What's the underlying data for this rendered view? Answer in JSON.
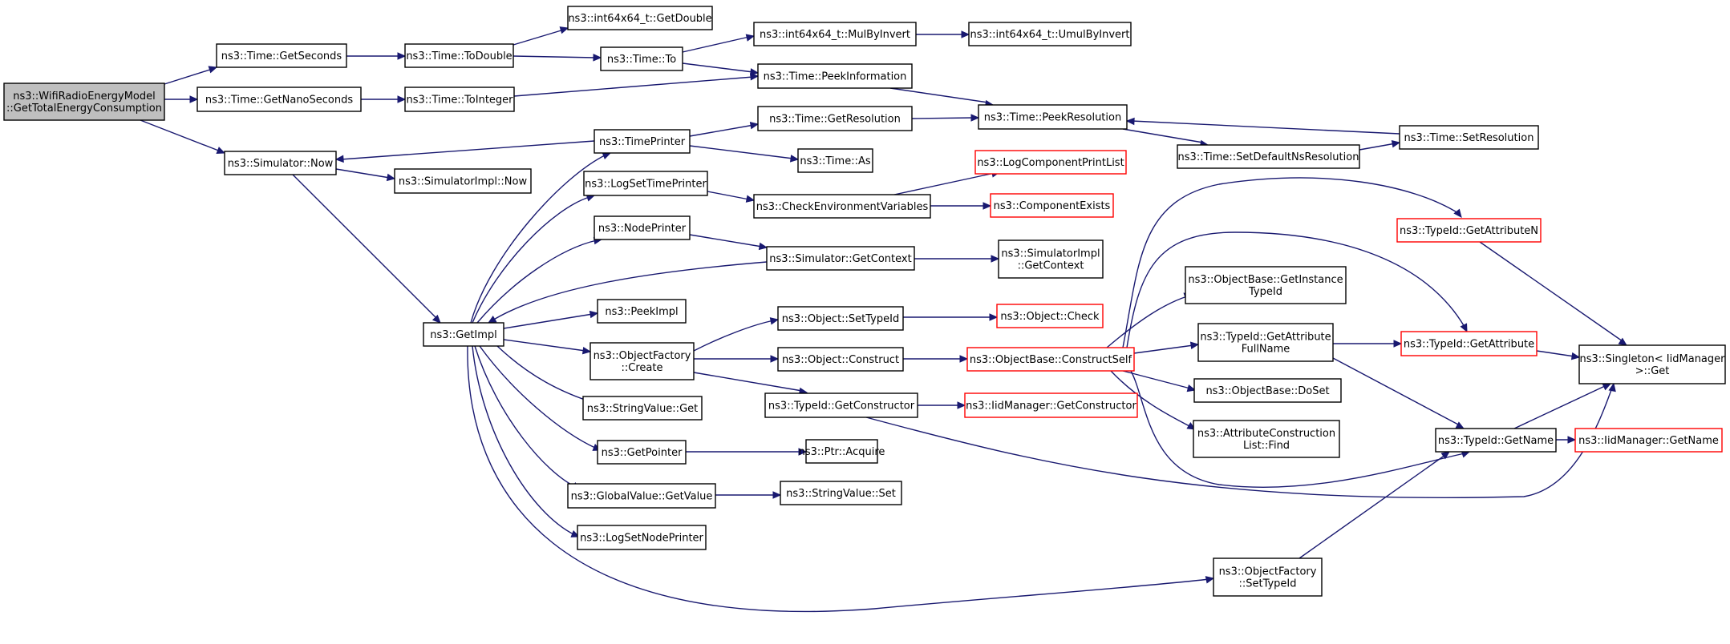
{
  "colors": {
    "edge": "#191970",
    "node_border": "#000000",
    "node_border_red": "#ff0000",
    "root_fill": "#bfbfbf",
    "node_fill": "#ffffff"
  },
  "nodes": {
    "root": {
      "lines": [
        "ns3::WifiRadioEnergyModel",
        "::GetTotalEnergyConsumption"
      ],
      "style": "root"
    },
    "getSeconds": {
      "lines": [
        "ns3::Time::GetSeconds"
      ],
      "style": "normal"
    },
    "getNanoSeconds": {
      "lines": [
        "ns3::Time::GetNanoSeconds"
      ],
      "style": "normal"
    },
    "simNow": {
      "lines": [
        "ns3::Simulator::Now"
      ],
      "style": "normal"
    },
    "toDouble": {
      "lines": [
        "ns3::Time::ToDouble"
      ],
      "style": "normal"
    },
    "toInteger": {
      "lines": [
        "ns3::Time::ToInteger"
      ],
      "style": "normal"
    },
    "simImplNow": {
      "lines": [
        "ns3::SimulatorImpl::Now"
      ],
      "style": "normal"
    },
    "getImpl": {
      "lines": [
        "ns3::GetImpl"
      ],
      "style": "normal"
    },
    "i64GetDouble": {
      "lines": [
        "ns3::int64x64_t::GetDouble"
      ],
      "style": "normal"
    },
    "timeTo": {
      "lines": [
        "ns3::Time::To"
      ],
      "style": "normal"
    },
    "timePrinter": {
      "lines": [
        "ns3::TimePrinter"
      ],
      "style": "normal"
    },
    "logSetTimePrinter": {
      "lines": [
        "ns3::LogSetTimePrinter"
      ],
      "style": "normal"
    },
    "nodePrinter": {
      "lines": [
        "ns3::NodePrinter"
      ],
      "style": "normal"
    },
    "peekImpl": {
      "lines": [
        "ns3::PeekImpl"
      ],
      "style": "normal"
    },
    "objFactoryCreate": {
      "lines": [
        "ns3::ObjectFactory",
        "::Create"
      ],
      "style": "normal"
    },
    "stringValueGet": {
      "lines": [
        "ns3::StringValue::Get"
      ],
      "style": "normal"
    },
    "getPointer": {
      "lines": [
        "ns3::GetPointer"
      ],
      "style": "normal"
    },
    "globalValueGetValue": {
      "lines": [
        "ns3::GlobalValue::GetValue"
      ],
      "style": "normal"
    },
    "logSetNodePrinter": {
      "lines": [
        "ns3::LogSetNodePrinter"
      ],
      "style": "normal"
    },
    "mulByInvert": {
      "lines": [
        "ns3::int64x64_t::MulByInvert"
      ],
      "style": "normal"
    },
    "peekInformation": {
      "lines": [
        "ns3::Time::PeekInformation"
      ],
      "style": "normal"
    },
    "getResolution": {
      "lines": [
        "ns3::Time::GetResolution"
      ],
      "style": "normal"
    },
    "timeAs": {
      "lines": [
        "ns3::Time::As"
      ],
      "style": "normal"
    },
    "checkEnvVars": {
      "lines": [
        "ns3::CheckEnvironmentVariables"
      ],
      "style": "normal"
    },
    "simGetContext": {
      "lines": [
        "ns3::Simulator::GetContext"
      ],
      "style": "normal"
    },
    "objSetTypeId": {
      "lines": [
        "ns3::Object::SetTypeId"
      ],
      "style": "normal"
    },
    "objConstruct": {
      "lines": [
        "ns3::Object::Construct"
      ],
      "style": "normal"
    },
    "typeIdGetConstructor": {
      "lines": [
        "ns3::TypeId::GetConstructor"
      ],
      "style": "normal"
    },
    "ptrAcquire": {
      "lines": [
        "ns3::Ptr::Acquire"
      ],
      "style": "normal"
    },
    "stringValueSet": {
      "lines": [
        "ns3::StringValue::Set"
      ],
      "style": "normal"
    },
    "umulByInvert": {
      "lines": [
        "ns3::int64x64_t::UmulByInvert"
      ],
      "style": "normal"
    },
    "peekResolution": {
      "lines": [
        "ns3::Time::PeekResolution"
      ],
      "style": "normal"
    },
    "logComponentPrintList": {
      "lines": [
        "ns3::LogComponentPrintList"
      ],
      "style": "red"
    },
    "componentExists": {
      "lines": [
        "ns3::ComponentExists"
      ],
      "style": "red"
    },
    "simImplGetContext": {
      "lines": [
        "ns3::SimulatorImpl",
        "::GetContext"
      ],
      "style": "normal"
    },
    "objectCheck": {
      "lines": [
        "ns3::Object::Check"
      ],
      "style": "red"
    },
    "constructSelf": {
      "lines": [
        "ns3::ObjectBase::ConstructSelf"
      ],
      "style": "red"
    },
    "iidGetConstructor": {
      "lines": [
        "ns3::IidManager::GetConstructor"
      ],
      "style": "red"
    },
    "setDefaultNsRes": {
      "lines": [
        "ns3::Time::SetDefaultNsResolution"
      ],
      "style": "normal"
    },
    "setResolution": {
      "lines": [
        "ns3::Time::SetResolution"
      ],
      "style": "normal"
    },
    "getInstanceTypeId": {
      "lines": [
        "ns3::ObjectBase::GetInstance",
        "TypeId"
      ],
      "style": "normal"
    },
    "getAttrFullName": {
      "lines": [
        "ns3::TypeId::GetAttribute",
        "FullName"
      ],
      "style": "normal"
    },
    "doSet": {
      "lines": [
        "ns3::ObjectBase::DoSet"
      ],
      "style": "normal"
    },
    "attrConstructionFind": {
      "lines": [
        "ns3::AttributeConstruction",
        "List::Find"
      ],
      "style": "normal"
    },
    "objFactorySetTypeId": {
      "lines": [
        "ns3::ObjectFactory",
        "::SetTypeId"
      ],
      "style": "normal"
    },
    "getAttributeN": {
      "lines": [
        "ns3::TypeId::GetAttributeN"
      ],
      "style": "red"
    },
    "getAttribute": {
      "lines": [
        "ns3::TypeId::GetAttribute"
      ],
      "style": "red"
    },
    "typeIdGetName": {
      "lines": [
        "ns3::TypeId::GetName"
      ],
      "style": "normal"
    },
    "singletonGet": {
      "lines": [
        "ns3::Singleton< IidManager",
        ">::Get"
      ],
      "style": "normal"
    },
    "iidGetName": {
      "lines": [
        "ns3::IidManager::GetName"
      ],
      "style": "red"
    }
  }
}
